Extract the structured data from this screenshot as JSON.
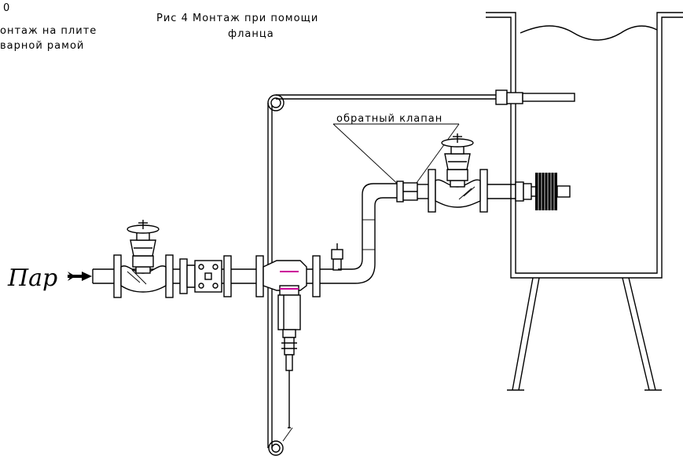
{
  "labels": {
    "left_caption_line0": "0",
    "left_caption_line1": "онтаж на плите",
    "left_caption_line2": "варной рамой",
    "fig4_line1": "Рис 4  Монтаж при помощи",
    "fig4_line2": "фланца",
    "check_valve": "обратный клапан",
    "steam": "Пар"
  },
  "colors": {
    "ink": "#000000",
    "accent": "#cc0099",
    "background": "#ffffff"
  }
}
